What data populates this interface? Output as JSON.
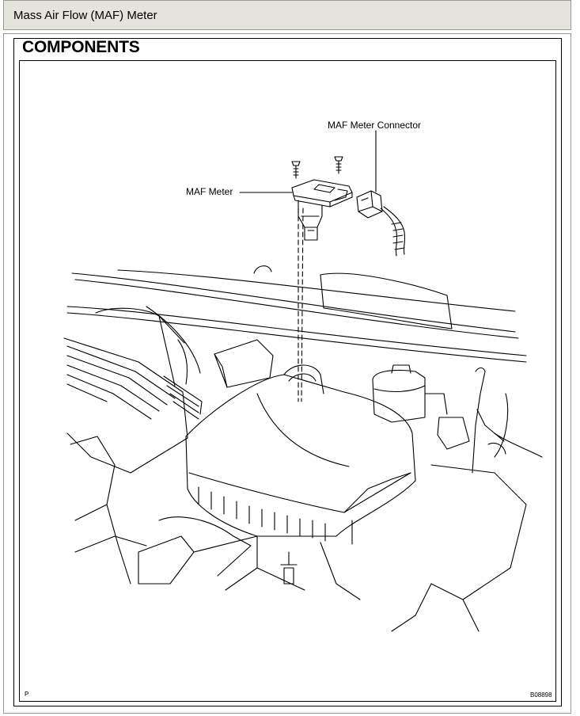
{
  "header": {
    "title": "Mass Air Flow (MAF) Meter"
  },
  "figure": {
    "heading": "COMPONENTS",
    "labels": {
      "maf_meter": "MAF Meter",
      "maf_meter_connector": "MAF Meter Connector"
    },
    "corner_left": "P",
    "corner_right": "B08898"
  }
}
